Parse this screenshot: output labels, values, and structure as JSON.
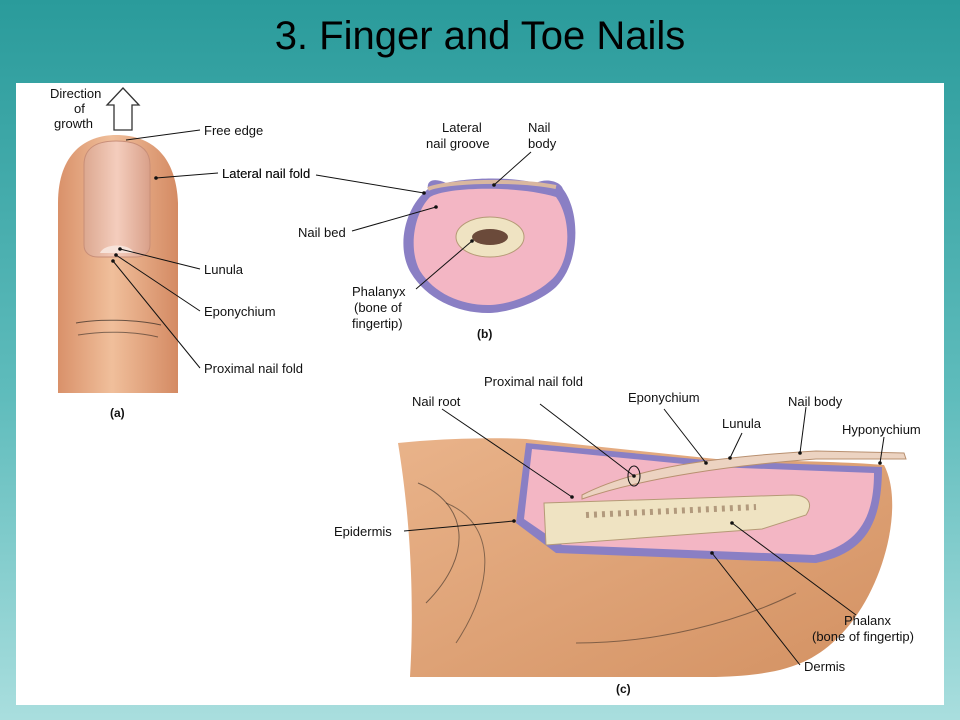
{
  "slide": {
    "title": "3. Finger and Toe Nails"
  },
  "figure_a": {
    "caption": "(a)",
    "direction_label": [
      "Direction",
      "of",
      "growth"
    ],
    "labels": {
      "free_edge": "Free edge",
      "lateral_nail_fold": "Lateral nail fold",
      "lunula": "Lunula",
      "eponychium": "Eponychium",
      "proximal_nail_fold": "Proximal nail fold"
    }
  },
  "figure_b": {
    "caption": "(b)",
    "labels": {
      "lateral_nail_groove": [
        "Lateral",
        "nail groove"
      ],
      "nail_body": [
        "Nail",
        "body"
      ],
      "nail_bed": "Nail bed",
      "phalanyx": [
        "Phalanyx",
        "(bone of",
        "fingertip)"
      ]
    }
  },
  "figure_c": {
    "caption": "(c)",
    "labels": {
      "proximal_nail_fold": "Proximal nail fold",
      "nail_root": "Nail root",
      "eponychium": "Eponychium",
      "lunula": "Lunula",
      "nail_body": "Nail body",
      "hyponychium": "Hyponychium",
      "epidermis": "Epidermis",
      "phalanx": [
        "Phalanx",
        "(bone of fingertip)"
      ],
      "dermis": "Dermis"
    }
  },
  "colors": {
    "background_top": "#2a9b9b",
    "background_bottom": "#a9dede",
    "skin": "#e3a67c",
    "tissue_pink": "#f3b6c4",
    "epidermis_purple": "#8a7fc4",
    "bone": "#efe3c2"
  }
}
